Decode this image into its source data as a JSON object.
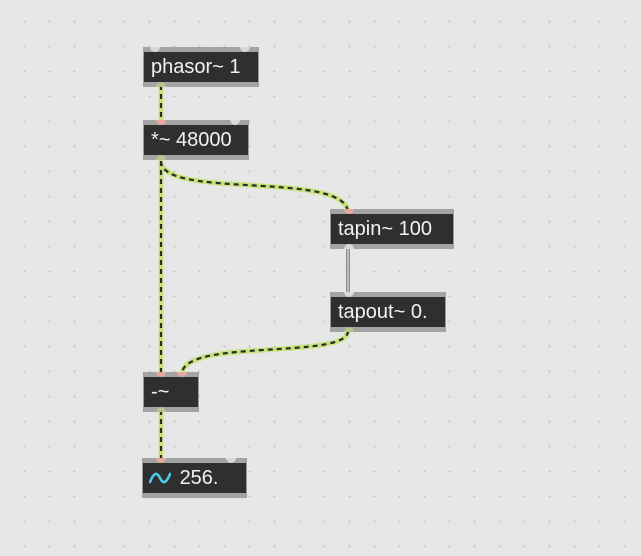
{
  "canvas": {
    "background": "#e7e7e7",
    "grid_dot_color": "#c4c4c4"
  },
  "colors": {
    "object_body": "#2f2f2f",
    "object_text": "#f2f2f2",
    "signal_cord": "#c7e37c",
    "signal_cord_dash": "#2b2b2b",
    "control_cord": "#8a8a8a",
    "signal_inlet": "#e8a8a0",
    "signal_outlet": "#b4c68c",
    "number_icon": "#4fc9e8"
  },
  "objects": {
    "phasor": {
      "label": "phasor~ 1"
    },
    "times": {
      "label": "*~ 48000"
    },
    "tapin": {
      "label": "tapin~ 100"
    },
    "tapout": {
      "label": "tapout~ 0."
    },
    "minus": {
      "label": "-~"
    },
    "number": {
      "label": "256.",
      "icon": "sine-wave-icon"
    }
  }
}
